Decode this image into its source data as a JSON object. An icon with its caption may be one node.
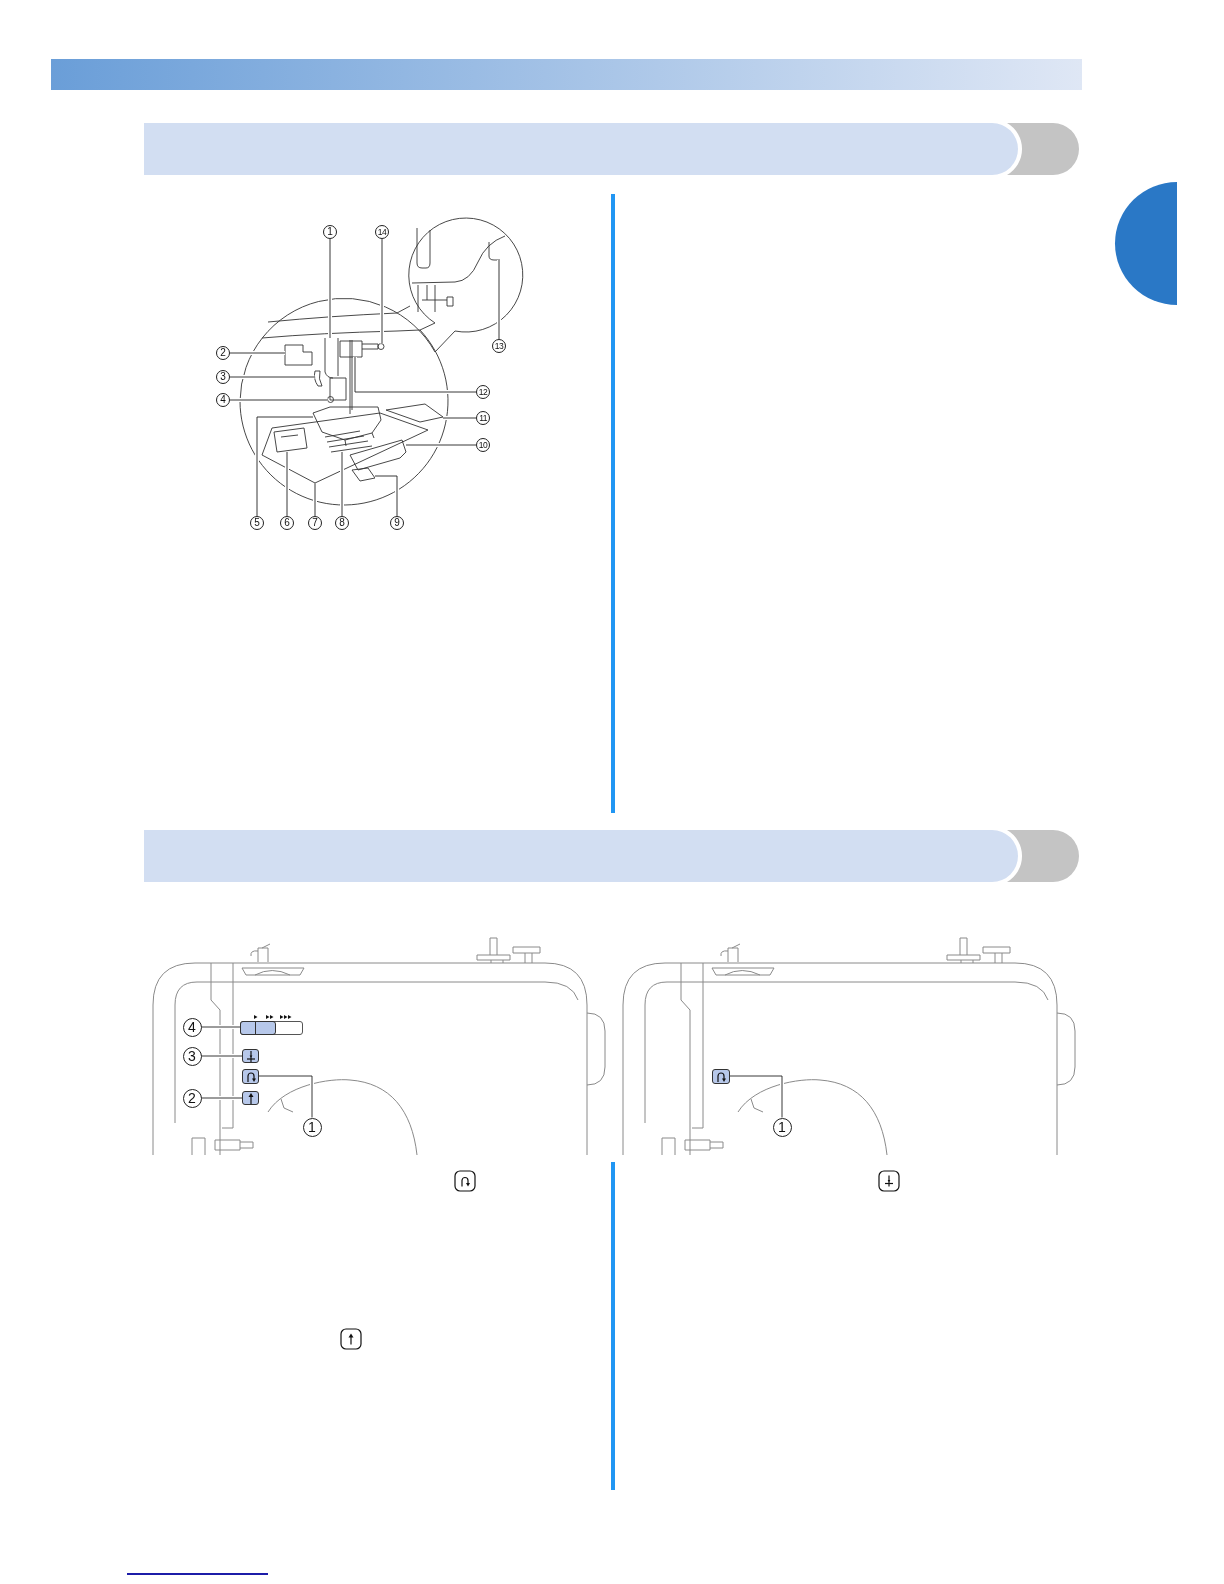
{
  "diagram": {
    "nodes": [
      {
        "text": [
          "1"
        ]
      },
      {
        "text": [
          "2"
        ]
      },
      {
        "text": [
          "3"
        ]
      },
      {
        "text": [
          "4"
        ]
      },
      {
        "text": [
          "5"
        ]
      },
      {
        "text": [
          "6"
        ]
      },
      {
        "text": [
          "7"
        ]
      },
      {
        "text": [
          "8"
        ]
      },
      {
        "text": [
          "9"
        ]
      },
      {
        "text": [
          "10"
        ]
      },
      {
        "text": [
          "11"
        ]
      },
      {
        "text": [
          "12"
        ]
      },
      {
        "text": [
          "13"
        ]
      },
      {
        "text": [
          "14"
        ]
      },
      {
        "text": [
          "1"
        ]
      },
      {
        "text": [
          "2"
        ]
      },
      {
        "text": [
          "3"
        ]
      },
      {
        "text": [
          "4"
        ]
      },
      {
        "text": [],
        "shape": "bar"
      },
      {
        "text": [],
        "shape": "box"
      },
      {
        "text": [],
        "shape": "box"
      },
      {
        "text": [],
        "shape": "box"
      },
      {
        "text": [
          "1"
        ]
      },
      {
        "text": [],
        "shape": "box"
      },
      {
        "text": [],
        "shape": "tab"
      },
      {
        "text": [],
        "shape": "picture"
      },
      {
        "text": [],
        "shape": "picture"
      },
      {
        "text": [],
        "shape": "picture"
      },
      {
        "text": [],
        "shape": "picture"
      },
      {
        "text": [],
        "shape": "picture"
      },
      {
        "text": [],
        "shape": "picture"
      },
      {
        "text": [],
        "shape": "picture",
        "in": 30
      },
      {
        "text": [],
        "shape": "picture",
        "in": 30
      },
      {
        "text": [],
        "shape": "picture"
      },
      {
        "text": [],
        "shape": "picture"
      },
      {
        "text": [],
        "shape": "picture"
      },
      {
        "text": [],
        "shape": "box"
      },
      {
        "text": [],
        "shape": "picture"
      },
      {
        "text": [],
        "shape": "picture"
      }
    ],
    "edges": [
      {
        "from": 0,
        "to": 25,
        "arrow": "none"
      },
      {
        "from": 1,
        "to": 26,
        "arrow": "none"
      },
      {
        "from": 2,
        "to": 27,
        "arrow": "none"
      },
      {
        "from": 3,
        "to": 28,
        "arrow": "none"
      },
      {
        "from": 4,
        "to": 29,
        "arrow": "none"
      },
      {
        "from": 5,
        "to": 31,
        "arrow": "none"
      },
      {
        "from": 6,
        "to": 30,
        "arrow": "none"
      },
      {
        "from": 7,
        "to": 32,
        "arrow": "none"
      },
      {
        "from": 8,
        "to": 33,
        "arrow": "none"
      },
      {
        "from": 9,
        "to": 34,
        "arrow": "none"
      },
      {
        "from": 10,
        "to": 35,
        "arrow": "none"
      },
      {
        "from": 11,
        "to": 36,
        "arrow": "none"
      },
      {
        "from": 12,
        "to": 37,
        "arrow": "none"
      },
      {
        "from": 13,
        "to": 38,
        "arrow": "none"
      },
      {
        "from": 14,
        "to": 20,
        "arrow": "none"
      },
      {
        "from": 15,
        "to": 21,
        "arrow": "none"
      },
      {
        "from": 16,
        "to": 19,
        "arrow": "none"
      },
      {
        "from": 17,
        "to": 18,
        "arrow": "none"
      },
      {
        "from": 22,
        "to": 23,
        "arrow": "none"
      }
    ]
  }
}
